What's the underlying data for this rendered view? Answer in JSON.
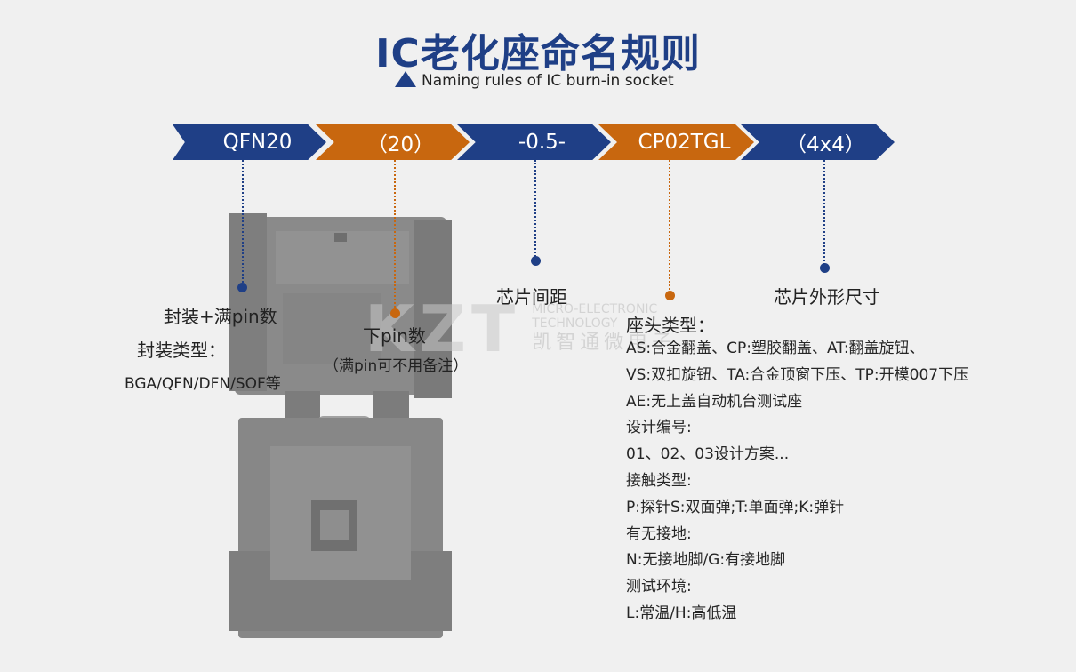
{
  "header": {
    "title": "IC老化座命名规则",
    "subtitle": "Naming rules of IC burn-in socket"
  },
  "segments": [
    {
      "label": "QFN20",
      "color": "#1f3f86"
    },
    {
      "label": "（20）",
      "color": "#c8670f"
    },
    {
      "label": "-0.5-",
      "color": "#1f3f86"
    },
    {
      "label": "CP02TGL",
      "color": "#c8670f"
    },
    {
      "label": "（4x4）",
      "color": "#1f3f86"
    }
  ],
  "annotations": {
    "package_pin": "封装+满pin数",
    "package_type_label": "封装类型：",
    "package_types": "BGA/QFN/DFN/SOF等",
    "lower_pin": "下pin数",
    "lower_pin_note": "（满pin可不用备注）",
    "pitch": "芯片间距",
    "chip_size": "芯片外形尺寸",
    "socket_head_type": "座头类型："
  },
  "details": [
    "AS:合金翻盖、CP:塑胶翻盖、AT:翻盖旋钮、",
    "VS:双扣旋钮、TA:合金顶窗下压、TP:开模007下压",
    "AE:无上盖自动机台测试座",
    "设计编号:",
    "01、02、03设计方案...",
    "接触类型:",
    "P:探针S:双面弹;T:单面弹;K:弹针",
    "有无接地:",
    "N:无接地脚/G:有接地脚",
    "测试环境:",
    "L:常温/H:高低温"
  ],
  "watermark": {
    "brand": "KZT",
    "line1": "MICRO-ELECTRONIC",
    "line2": "TECHNOLOGY",
    "cn": "凯智通微电子"
  },
  "colors": {
    "blue": "#1f3f86",
    "orange": "#c8670f",
    "background": "#f0f0f0"
  }
}
